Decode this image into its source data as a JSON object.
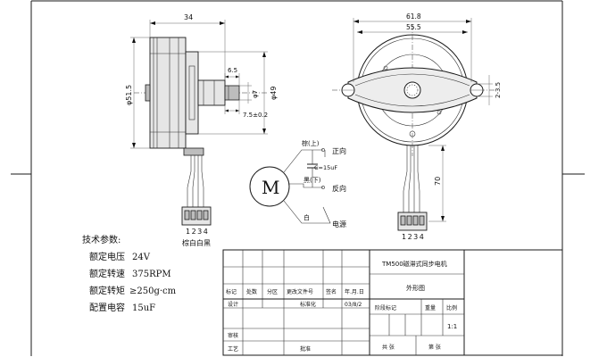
{
  "dimensions": {
    "side_width": "34",
    "side_height": "φ51.5",
    "shaft_offset": "6.5",
    "shaft_dia": "φ7",
    "shaft_len": "7.5±0.2",
    "flange_dia": "φ49",
    "front_overall": "61.8",
    "front_hole_spacing": "55.5",
    "hole_dia": "2-3.5",
    "lead_len": "70"
  },
  "side_connector_numbers": "1234",
  "side_wire_colors": "棕白白黑",
  "front_connector_numbers": "1234",
  "schematic": {
    "motor_letter": "M",
    "wire_brown": "棕(上)",
    "wire_black": "黑(下)",
    "wire_white": "白",
    "capacitor": "C=15uF",
    "forward": "正向",
    "reverse": "反向",
    "power": "电源"
  },
  "specs": {
    "title": "技术参数:",
    "rows": [
      {
        "label": "额定电压",
        "value": "24V"
      },
      {
        "label": "额定转速",
        "value": "375RPM"
      },
      {
        "label": "额定转矩",
        "value": "≥250g·cm"
      },
      {
        "label": "配置电容",
        "value": "15uF"
      }
    ]
  },
  "title_block": {
    "product_name": "TM500磁滞式同步电机",
    "drawing_name": "外形图",
    "rev_mark": "标记",
    "rev_count": "处数",
    "rev_zone": "分区",
    "rev_doc": "更改文件号",
    "rev_sign": "签名",
    "rev_date": "年.月.日",
    "design": "设计",
    "design_date": "03/8/2",
    "standardize": "标准化",
    "stage_mark": "阶段标记",
    "weight": "重量",
    "scale": "比例",
    "scale_value": "1:1",
    "review": "审核",
    "process": "工艺",
    "approve": "批准",
    "total_sheets": "共 张",
    "sheet_no": "第 张"
  }
}
